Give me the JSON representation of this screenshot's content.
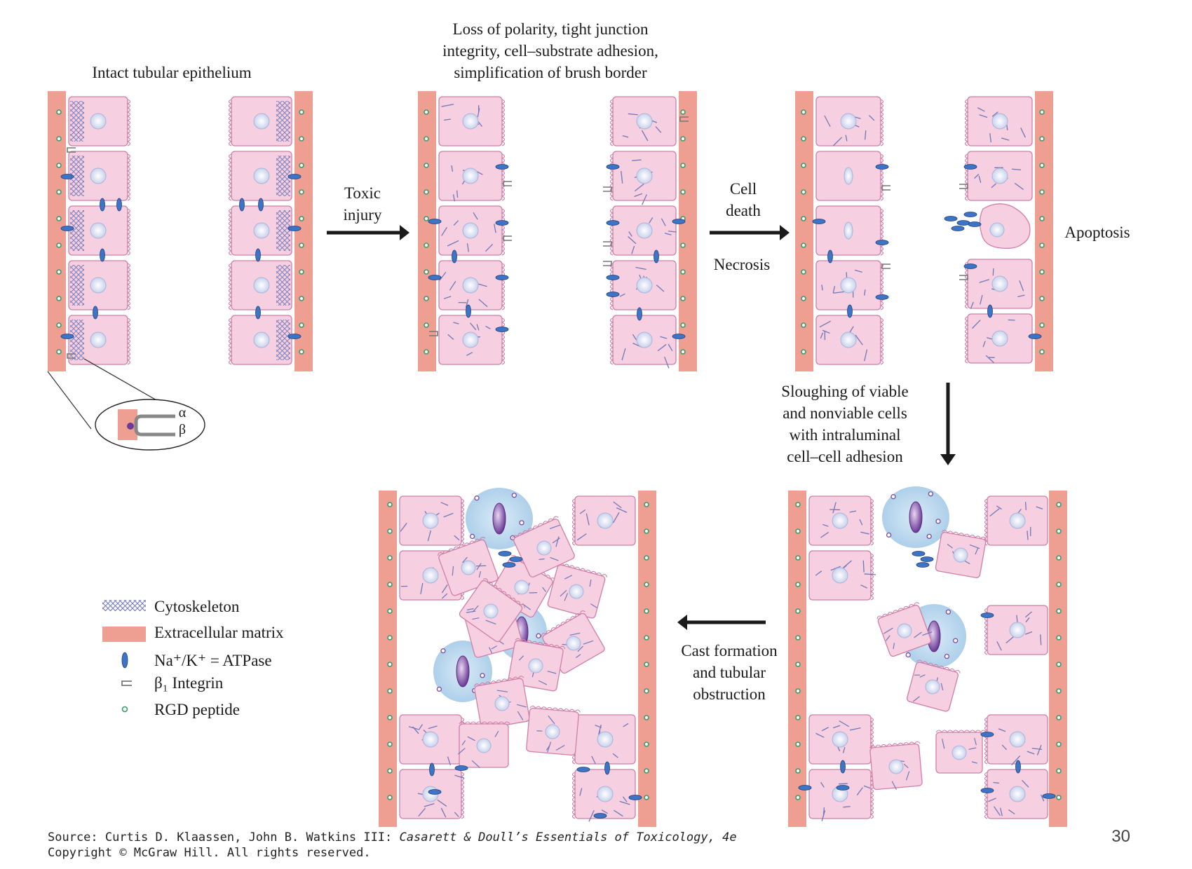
{
  "labels": {
    "intact": "Intact tubular epithelium",
    "loss": [
      "Loss of polarity, tight junction",
      "integrity, cell–substrate adhesion,",
      "simplification of brush border"
    ],
    "toxic": [
      "Toxic",
      "injury"
    ],
    "cell_death": [
      "Cell",
      "death"
    ],
    "necrosis": "Necrosis",
    "apoptosis": "Apoptosis",
    "sloughing": [
      "Sloughing of viable",
      "and nonviable cells",
      "with intraluminal",
      "cell–cell adhesion"
    ],
    "cast": [
      "Cast formation",
      "and tubular",
      "obstruction"
    ],
    "inset_alpha": "α",
    "inset_beta": "β"
  },
  "legend": [
    {
      "symbol": "cytoskeleton-icon",
      "label": "Cytoskeleton"
    },
    {
      "symbol": "extracellular-matrix-icon",
      "label": "Extracellular matrix"
    },
    {
      "symbol": "na-k-atpase-icon",
      "label": "Na⁺/K⁺ = ATPase"
    },
    {
      "symbol": "integrin-icon",
      "label": "β₁ Integrin"
    },
    {
      "symbol": "rgd-peptide-icon",
      "label": "RGD peptide"
    }
  ],
  "source": {
    "line1_prefix": "Source: Curtis D. Klaassen, John B. Watkins III: ",
    "line1_title": "Casarett & Doull’s Essentials of Toxicology, 4e",
    "line2": "Copyright © McGraw Hill. All rights reserved."
  },
  "page_number": "30",
  "colors": {
    "cell_fill": "#f6cfe0",
    "cell_stroke": "#cf7fa8",
    "matrix": "#ef9e92",
    "atpase": "#3d74c6",
    "rgd": "#3a9b6a",
    "nucleus_fill": "#e8ecf7",
    "cytoskeleton": "#6f78b8",
    "inflammatory_cell": "#bcd8ee",
    "inflammatory_nucleus": "#7a4aa5",
    "arrow": "#1a1a1a"
  }
}
